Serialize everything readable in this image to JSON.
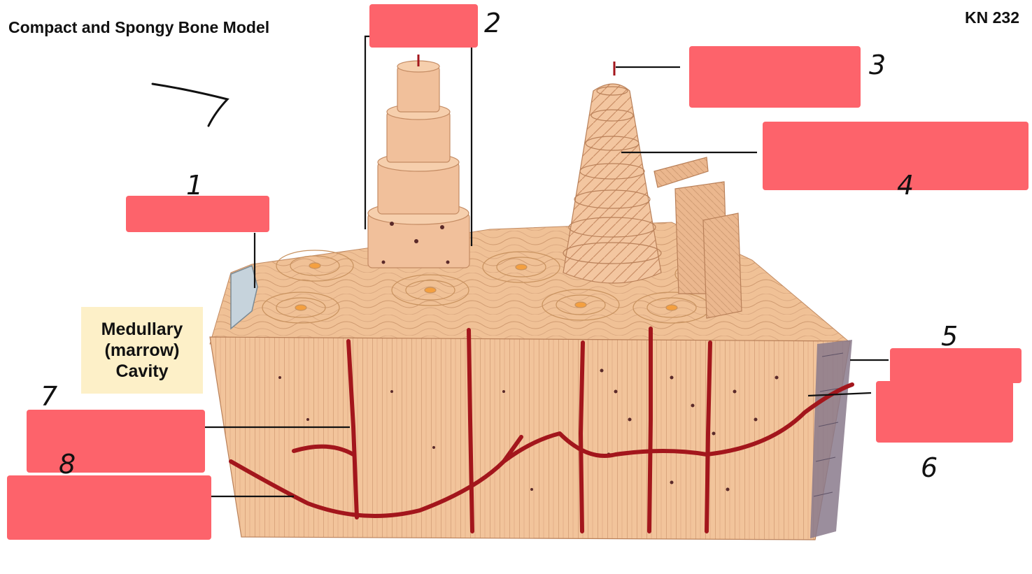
{
  "header": {
    "title": "Compact and Spongy Bone Model",
    "course": "KN 232"
  },
  "cavity_label": [
    "Medullary",
    "(marrow)",
    "Cavity"
  ],
  "labels": [
    {
      "id": "1",
      "number": "1",
      "answer": "hidden"
    },
    {
      "id": "2",
      "number": "2",
      "answer": "hidden"
    },
    {
      "id": "3",
      "number": "3",
      "answer": "hidden"
    },
    {
      "id": "4",
      "number": "4",
      "answer": "hidden"
    },
    {
      "id": "5",
      "number": "5",
      "answer": "hidden"
    },
    {
      "id": "6",
      "number": "6",
      "answer": "hidden"
    },
    {
      "id": "7",
      "number": "7",
      "answer": "hidden"
    },
    {
      "id": "8",
      "number": "8",
      "answer": "hidden"
    }
  ],
  "stray_mark": "7",
  "colors": {
    "redaction": "#fd636b",
    "bone": "#f2c49b",
    "bone_dark": "#d9a27a",
    "vessel": "#a3161c",
    "periosteum": "#8a7a8c",
    "cavity_box": "#fdf0c8"
  }
}
